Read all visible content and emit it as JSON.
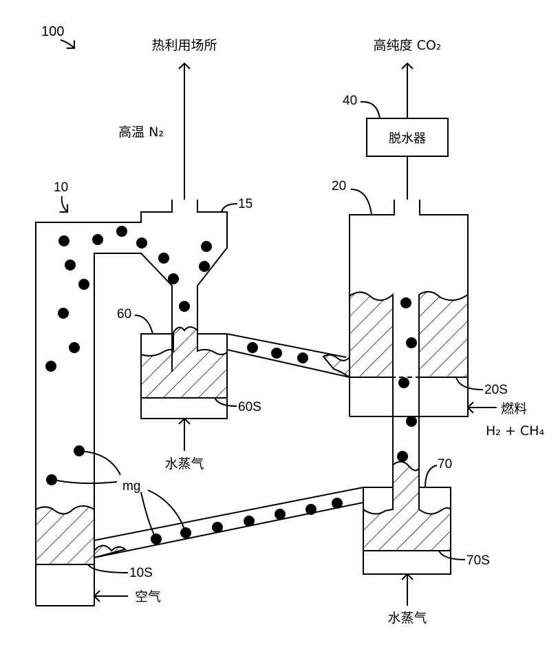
{
  "labels": {
    "fig_number": "100",
    "unit_10": "10",
    "unit_15": "15",
    "unit_20": "20",
    "unit_40": "40",
    "unit_60": "60",
    "unit_70": "70",
    "dist_10s": "10S",
    "dist_20s": "20S",
    "dist_60s": "60S",
    "dist_70s": "70S",
    "heat_use_site": "热利用场所",
    "high_purity_co2": "高纯度 CO₂",
    "high_temp_n2": "高温 N₂",
    "dehydrator": "脱水器",
    "fuel": "燃料",
    "fuel_formula": "H₂ + CH₄",
    "steam_60": "水蒸气",
    "steam_70": "水蒸气",
    "air": "空气",
    "particle_label": "mg"
  },
  "colors": {
    "line": "#000000",
    "background": "#ffffff",
    "particle": "#000000"
  }
}
